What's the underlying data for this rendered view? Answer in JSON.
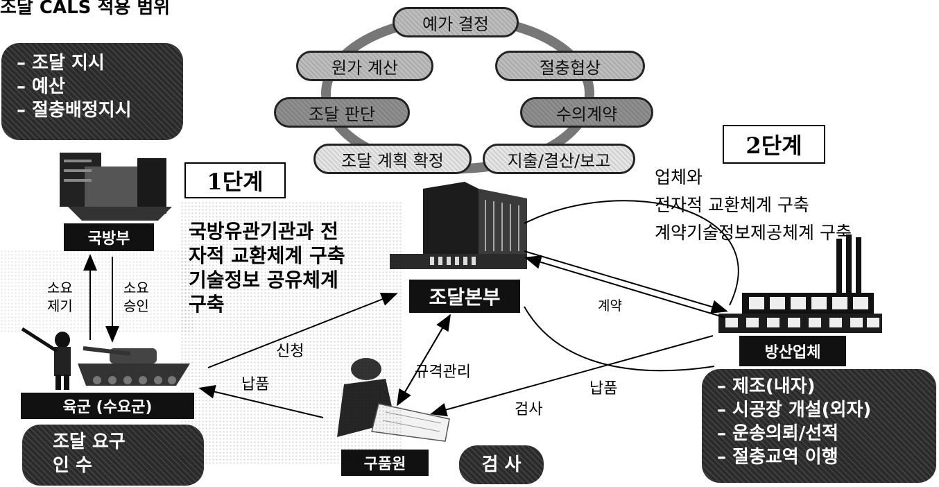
{
  "title": "조달 CALS 적용 범위",
  "cycle": {
    "top": "예가 결정",
    "upper_left": "원가 계산",
    "upper_right": "절충협상",
    "mid_left": "조달 판단",
    "mid_right": "수의계약",
    "bottom_left": "조달 계획 확정",
    "bottom_right": "지출/결산/보고"
  },
  "mnd": {
    "box_lines": [
      "– 조달 지시",
      "– 예산",
      "– 절충배정지시"
    ],
    "plate": "국방부"
  },
  "stage1": {
    "label": "1단계",
    "desc_lines": [
      "국방유관기관과 전",
      "자적 교환체계 구축",
      "기술정보 공유체계",
      "구축"
    ]
  },
  "stage2": {
    "label": "2단계",
    "desc_lines": [
      "업체와",
      "전자적 교환체계 구축",
      "계약기술정보제공체계 구축"
    ]
  },
  "hq": {
    "plate": "조달본부"
  },
  "army": {
    "plate": "육군 (수요군)",
    "box_lines": [
      "조달 요구",
      "인 수"
    ],
    "req_label": [
      "소요",
      "제기"
    ],
    "approve_label": [
      "소요",
      "승인"
    ]
  },
  "arrows": {
    "apply": "신청",
    "deliver_left": "납품",
    "spec": "규격관리",
    "contract": "계약",
    "deliver_right": "납품",
    "inspect_arrow": "검사"
  },
  "inspection": {
    "plate": "구품원",
    "box": "검 사"
  },
  "contractor": {
    "plate": "방산업체",
    "box_lines": [
      "– 제조(내자)",
      "– 시공장 개설(외자)",
      "– 운송의뢰/선적",
      "– 절충교역 이행"
    ]
  }
}
